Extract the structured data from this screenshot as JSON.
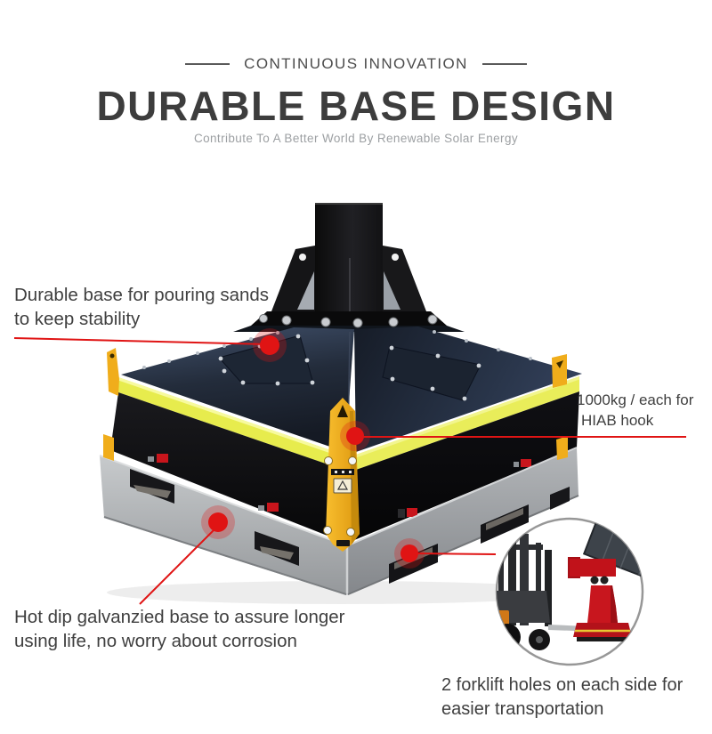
{
  "header": {
    "kicker": "CONTINUOUS INNOVATION",
    "title": "DURABLE BASE DESIGN",
    "subtitle": "Contribute To A Better World By Renewable Solar Energy"
  },
  "annotations": {
    "sands": {
      "line1": "Durable base for pouring sands",
      "line2": "to keep stability"
    },
    "hiab": {
      "line1": "1000kg / each for",
      "line2": "HIAB hook"
    },
    "galvanized": {
      "line1": "Hot dip galvanzied base to assure longer",
      "line2": "using life, no worry about corrosion"
    },
    "forklift": {
      "line1": "2 forklift holes on each side for",
      "line2": "easier transportation"
    }
  },
  "colors": {
    "accent_red": "#e01414",
    "stripe_yellow": "#e7ec4d",
    "bracket_yellow": "#f0ad1b",
    "title_gray": "#3d3d3d",
    "subtitle_gray": "#9da0a3",
    "pallet_gray": "#b4b7ba"
  }
}
